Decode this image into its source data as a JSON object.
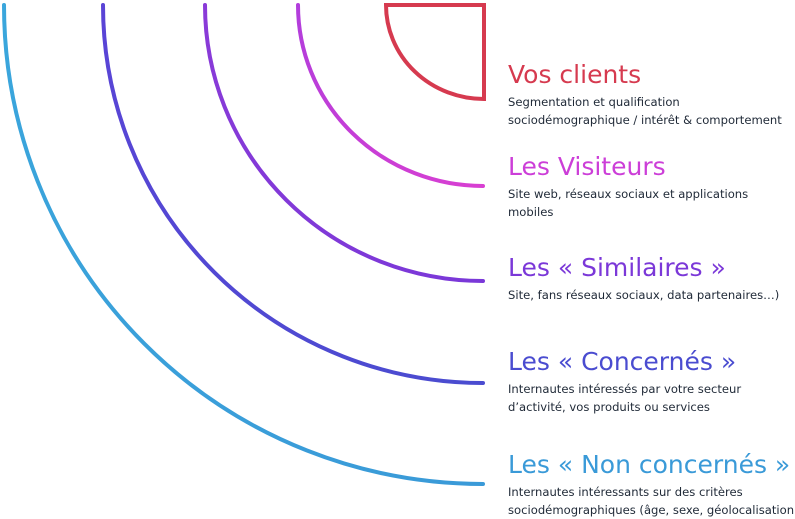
{
  "layers": [
    {
      "title": "Vos clients",
      "color": "#d63a4f",
      "description": [
        "Segmentation et qualification",
        "sociodémographique / intérêt & comportement"
      ]
    },
    {
      "title": "Les Visiteurs",
      "color": "#cc3ed8",
      "description": [
        "Site web, réseaux sociaux et applications",
        "mobiles"
      ]
    },
    {
      "title": "Les « Similaires »",
      "color": "#7b38d8",
      "description": [
        "Site, fans réseaux sociaux, data partenaires…)"
      ]
    },
    {
      "title": "Les « Concernés »",
      "color": "#4a4cd0",
      "description": [
        "Internautes intéressés par votre secteur",
        "d’activité, vos produits ou services"
      ]
    },
    {
      "title": "Les « Non concernés »",
      "color": "#3a9ad8",
      "description": [
        "Internautes intéressants sur des critères",
        "sociodémographiques (âge, sexe, géolocalisation…)"
      ]
    }
  ]
}
